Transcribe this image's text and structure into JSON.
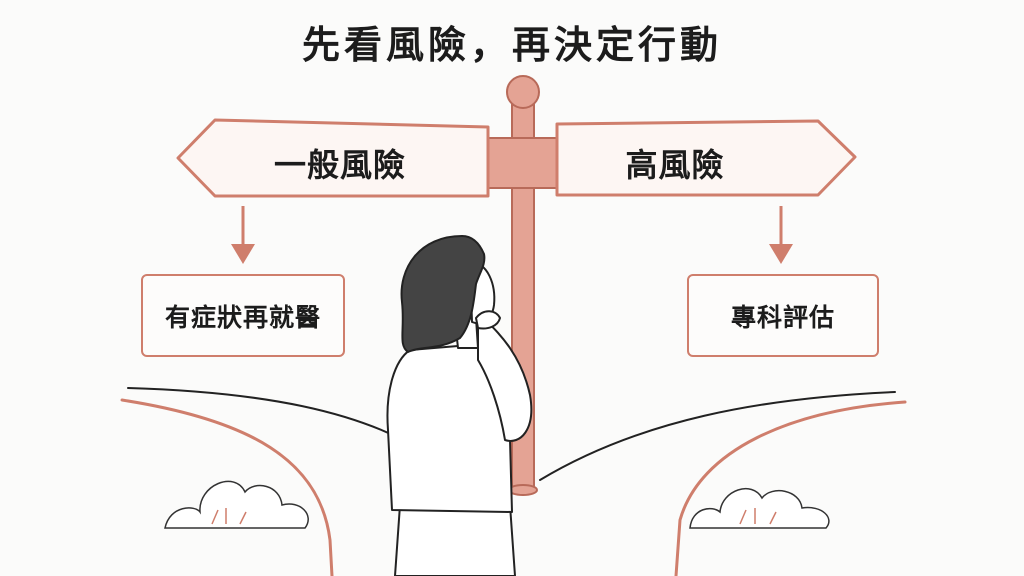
{
  "title": "先看風險，再決定行動",
  "signs": {
    "left": {
      "label": "一般風險",
      "action": "有症狀再就醫"
    },
    "right": {
      "label": "高風險",
      "action": "專科評估"
    }
  },
  "colors": {
    "accent": "#cf7e6c",
    "accent_fill": "#e4a394",
    "ink": "#1c1c1c",
    "hair": "#444444",
    "background": "#fbfbfa"
  },
  "icons": [
    "arrow-down-icon",
    "bush-icon",
    "signpost-icon",
    "woman-figure-icon"
  ]
}
